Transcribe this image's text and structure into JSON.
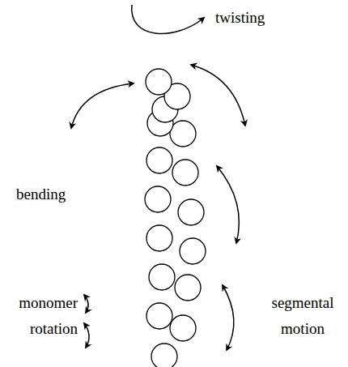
{
  "diagram": {
    "labels": [
      "twisting",
      "bending",
      "monomer rotation",
      "segmental motion"
    ]
  }
}
